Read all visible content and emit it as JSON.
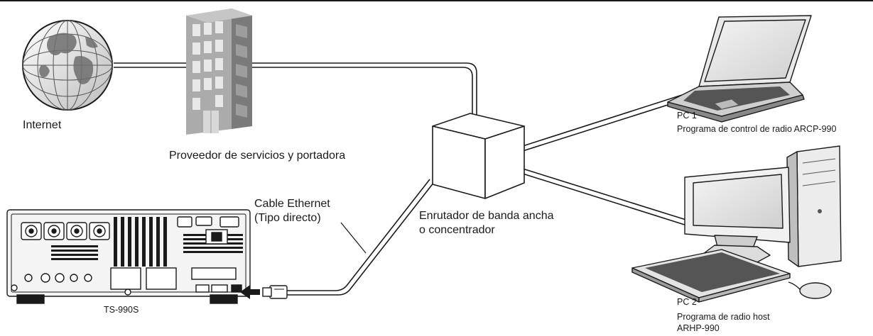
{
  "labels": {
    "internet": "Internet",
    "provider": "Proveedor de servicios y portadora",
    "router_line1": "Enrutador de banda ancha",
    "router_line2": "o concentrador",
    "cable_line1": "Cable Ethernet",
    "cable_line2": "(Tipo directo)",
    "radio": "TS-990S",
    "pc1_title": "PC 1",
    "pc1_desc": "Programa de control de radio ARCP-990",
    "pc2_title": "PC 2",
    "pc2_desc_line1": "Programa de radio host",
    "pc2_desc_line2": "ARHP-990"
  },
  "icons": {
    "globe": "globe-icon",
    "building": "building-icon",
    "router": "router-box-icon",
    "laptop": "laptop-icon",
    "desktop": "desktop-pc-icon",
    "radio": "transceiver-rear-panel-icon",
    "plug": "ethernet-plug-icon"
  },
  "colors": {
    "line": "#1a1a1a",
    "building_face": "#a9a9a9",
    "building_side": "#7d7d7d",
    "window": "#e6e6e6",
    "laptop_screen": "#8a8a8a",
    "radio_panel": "#f2f2f2"
  }
}
